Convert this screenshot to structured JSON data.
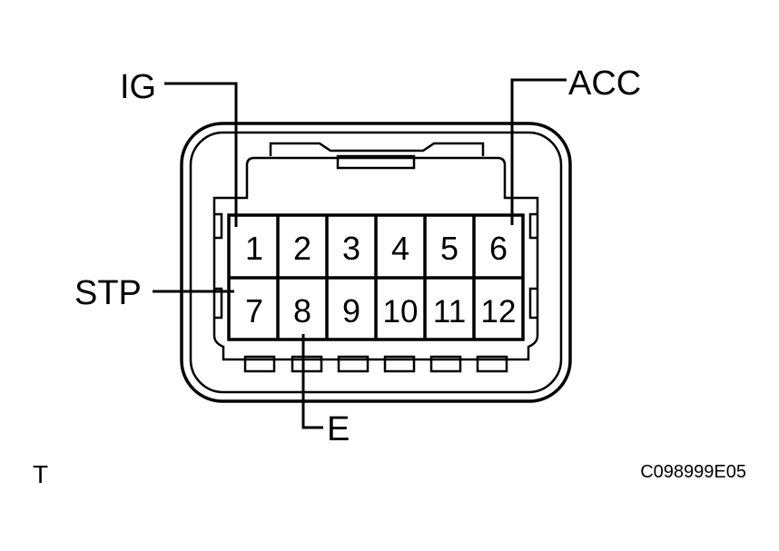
{
  "labels": {
    "ig": "IG",
    "acc": "ACC",
    "stp": "STP",
    "e": "E"
  },
  "pins_top": [
    "1",
    "2",
    "3",
    "4",
    "5",
    "6"
  ],
  "pins_bottom": [
    "7",
    "8",
    "9",
    "10",
    "11",
    "12"
  ],
  "footer": {
    "left": "T",
    "right": "C098999E05"
  },
  "colors": {
    "line": "#000000",
    "background": "#ffffff"
  }
}
